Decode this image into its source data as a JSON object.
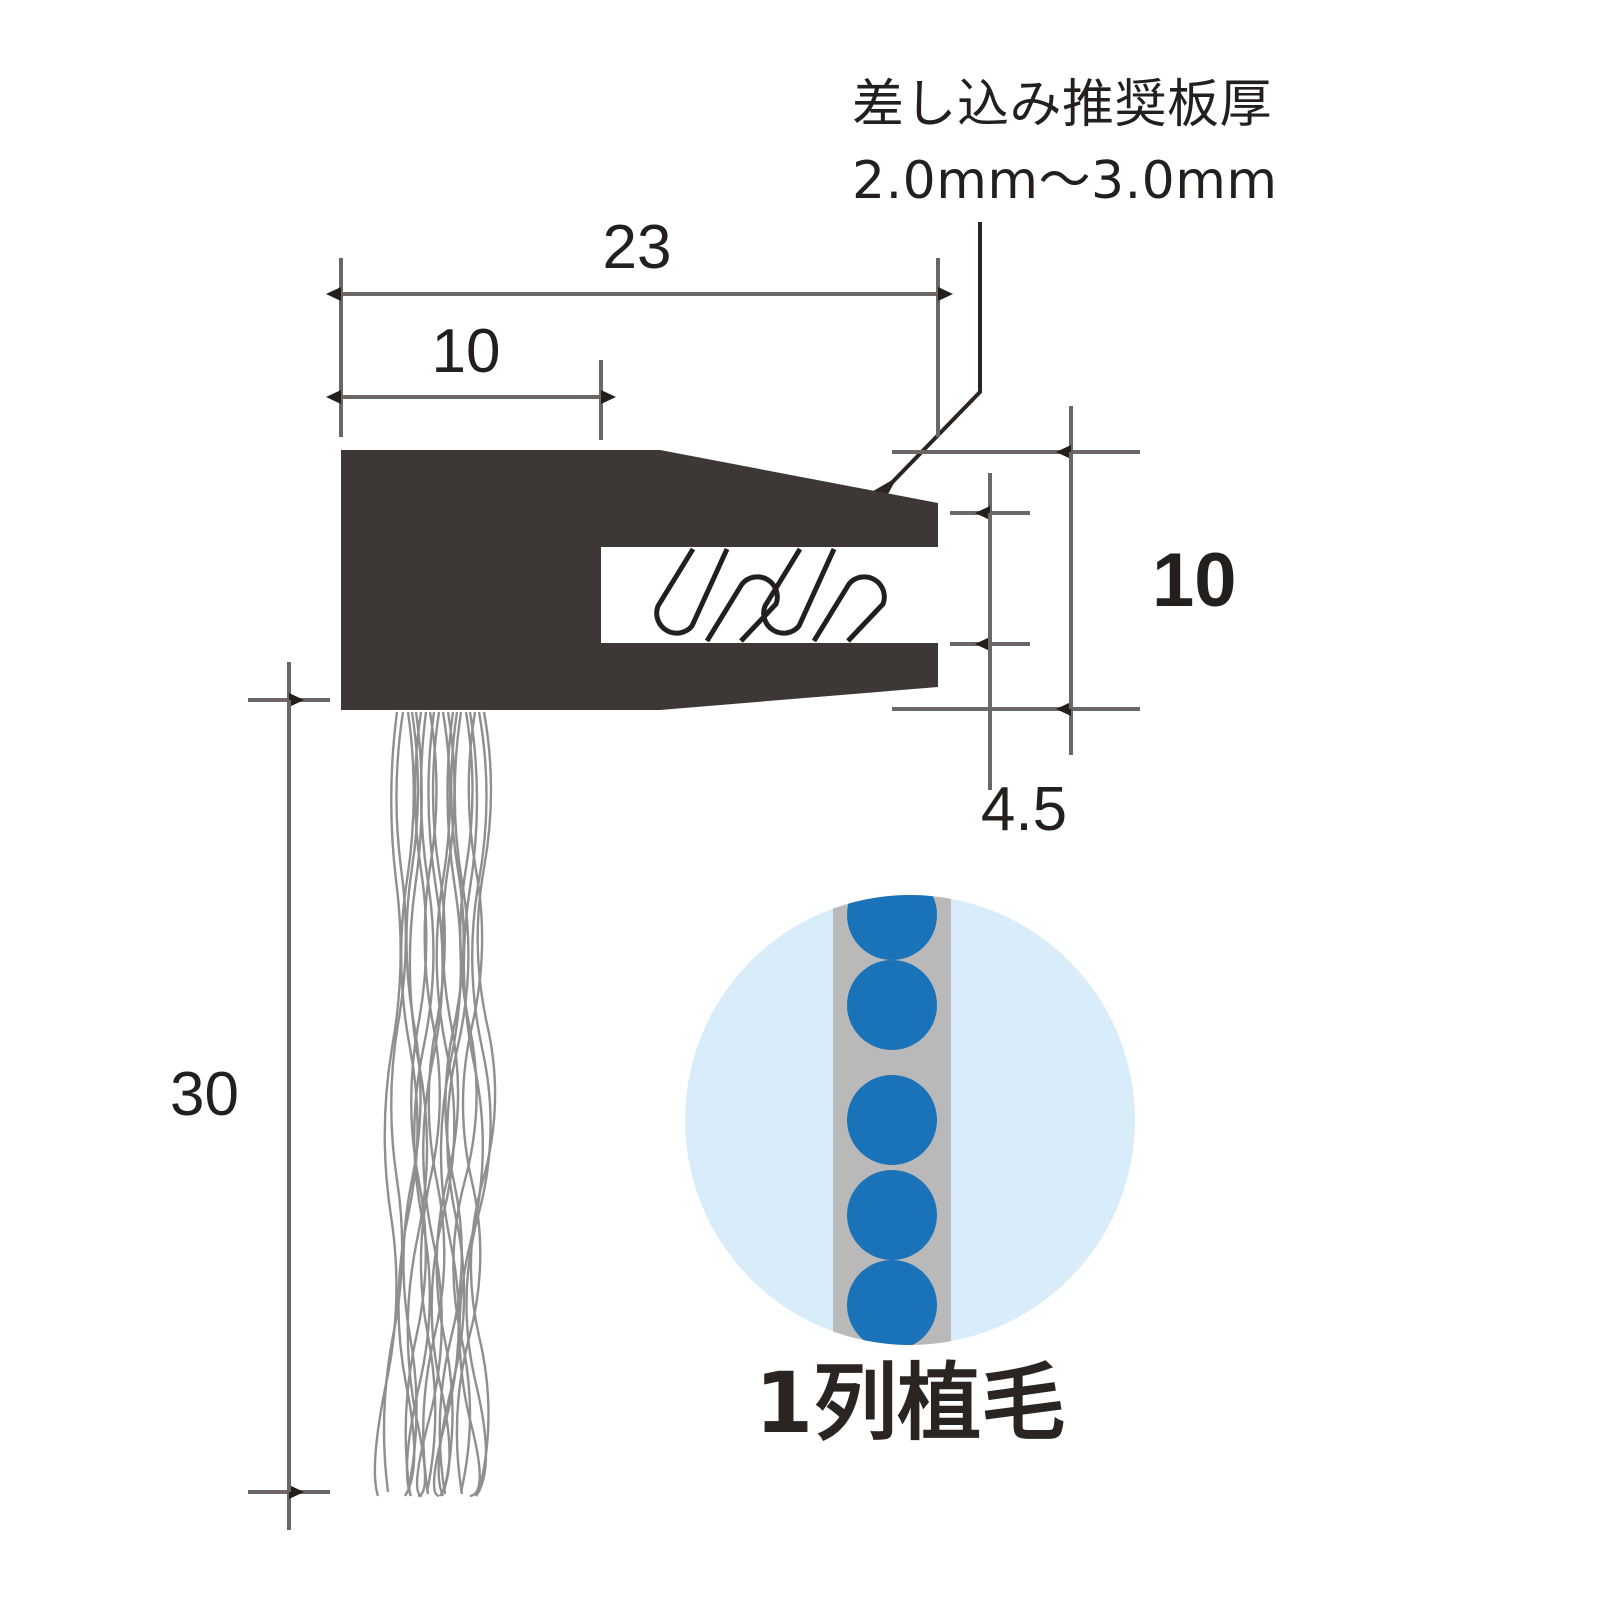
{
  "figure": {
    "title_note": {
      "line1": "差し込み推奨板厚",
      "line2": "2.0mm～3.0mm"
    },
    "dimensions": {
      "overall_width": "23",
      "solid_width": "10",
      "overall_height": "10",
      "slot_gap": "4.5",
      "bristle_length": "30"
    },
    "inset": {
      "caption": "1列植毛"
    }
  },
  "colors": {
    "body_dark": "#3d3835",
    "line": "#6b6765",
    "arrow": "#231f1c",
    "text": "#231f1c",
    "inset_circle_bg": "#d8ecfa",
    "inset_strip": "#b9b9b9",
    "inset_dot": "#1a72b8",
    "bristle": "#8f8f8f",
    "background": "#ffffff"
  },
  "chart_data": {
    "type": "table",
    "title": "差し込み推奨板厚 2.0mm～3.0mm",
    "categories": [
      "23",
      "10",
      "10",
      "4.5",
      "30"
    ],
    "values": [
      23,
      10,
      10,
      4.5,
      30
    ],
    "xlabel": "",
    "ylabel": "mm"
  }
}
